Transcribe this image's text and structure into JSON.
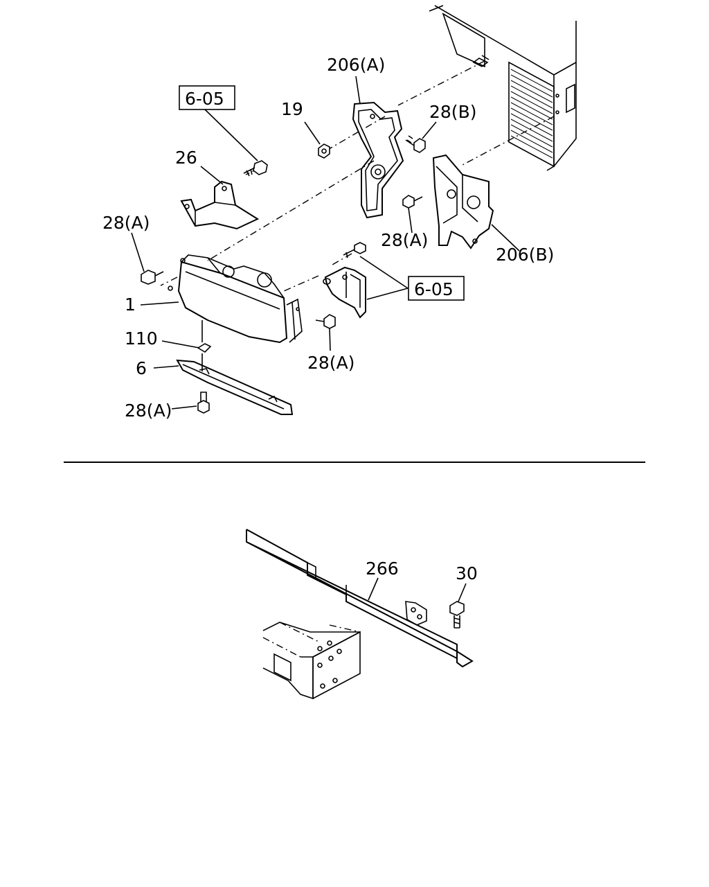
{
  "diagram": {
    "upper": {
      "labels": {
        "p206a": "206(A)",
        "p19": "19",
        "p28b": "28(B)",
        "ref605_top": "6-05",
        "p26": "26",
        "p28a_left": "28(A)",
        "p28a_mid": "28(A)",
        "p206b": "206(B)",
        "ref605_right": "6-05",
        "p1": "1",
        "p110": "110",
        "p6": "6",
        "p28a_lower": "28(A)",
        "p28a_bottom": "28(A)"
      }
    },
    "lower": {
      "labels": {
        "p266": "266",
        "p30": "30"
      }
    }
  }
}
